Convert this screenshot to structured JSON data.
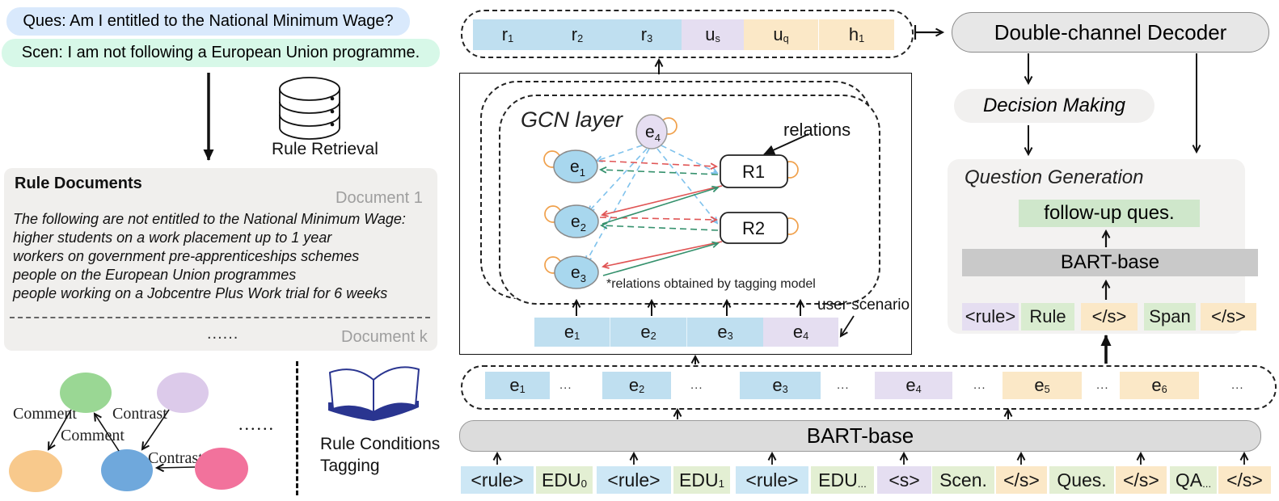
{
  "qa_context": {
    "question": "Ques: Am I entitled to the National Minimum Wage?",
    "scenario": "Scen: I am not following a European Union programme."
  },
  "rule_retrieval": {
    "label": "Rule Retrieval"
  },
  "rule_documents": {
    "title": "Rule Documents",
    "doc1_label": "Document 1",
    "body_lines": [
      "The following are not entitled to the National Minimum Wage:",
      "higher students on a work placement up to 1 year",
      "workers on government pre-apprenticeships schemes",
      "people on the European Union programmes",
      "people working on a Jobcentre Plus Work trial for 6 weeks"
    ],
    "ellipsis": "......",
    "dock_label": "Document k"
  },
  "discourse_graph": {
    "comment1": "Comment",
    "contrast1": "Contrast",
    "comment2": "Comment",
    "contrast2": "Contrast",
    "ellipsis": "......"
  },
  "rule_tagging": {
    "line1": "Rule Conditions",
    "line2": "Tagging"
  },
  "encoded_row": {
    "cells": [
      {
        "base": "r",
        "sub": "1"
      },
      {
        "base": "r",
        "sub": "2"
      },
      {
        "base": "r",
        "sub": "3"
      },
      {
        "base": "u",
        "sub": "s"
      },
      {
        "base": "u",
        "sub": "q"
      },
      {
        "base": "h",
        "sub": "1"
      }
    ]
  },
  "gcn": {
    "title": "GCN layer",
    "relations_label": "relations",
    "note": "*relations obtained by tagging model",
    "user_scenario": "user scenario",
    "nodes": [
      {
        "base": "e",
        "sub": "1"
      },
      {
        "base": "e",
        "sub": "2"
      },
      {
        "base": "e",
        "sub": "3"
      },
      {
        "base": "e",
        "sub": "4"
      }
    ],
    "relation_nodes": [
      "R1",
      "R2"
    ],
    "input_cells": [
      {
        "base": "e",
        "sub": "1"
      },
      {
        "base": "e",
        "sub": "2"
      },
      {
        "base": "e",
        "sub": "3"
      },
      {
        "base": "e",
        "sub": "4"
      }
    ]
  },
  "edu_row": {
    "dots": "...",
    "cells": [
      {
        "base": "e",
        "sub": "1"
      },
      {
        "base": "e",
        "sub": "2"
      },
      {
        "base": "e",
        "sub": "3"
      },
      {
        "base": "e",
        "sub": "4"
      },
      {
        "base": "e",
        "sub": "5"
      },
      {
        "base": "e",
        "sub": "6"
      }
    ]
  },
  "encoder": {
    "label": "BART-base"
  },
  "input_tokens": [
    {
      "base": "<rule>",
      "sub": ""
    },
    {
      "base": "EDU",
      "sub": "0"
    },
    {
      "base": "<rule>",
      "sub": ""
    },
    {
      "base": "EDU",
      "sub": "1"
    },
    {
      "base": "<rule>",
      "sub": ""
    },
    {
      "base": "EDU",
      "sub": "..."
    },
    {
      "base": "<s>",
      "sub": ""
    },
    {
      "base": "Scen.",
      "sub": ""
    },
    {
      "base": "</s>",
      "sub": ""
    },
    {
      "base": "Ques.",
      "sub": ""
    },
    {
      "base": "</s>",
      "sub": ""
    },
    {
      "base": "QA",
      "sub": "..."
    },
    {
      "base": "</s>",
      "sub": ""
    }
  ],
  "decoder": {
    "label": "Double-channel Decoder"
  },
  "decision_making": {
    "label": "Decision Making"
  },
  "question_generation": {
    "title": "Question Generation",
    "output": "follow-up ques.",
    "model": "BART-base",
    "tokens": [
      "<rule>",
      "Rule",
      "</s>",
      "Span",
      "</s>"
    ]
  }
}
